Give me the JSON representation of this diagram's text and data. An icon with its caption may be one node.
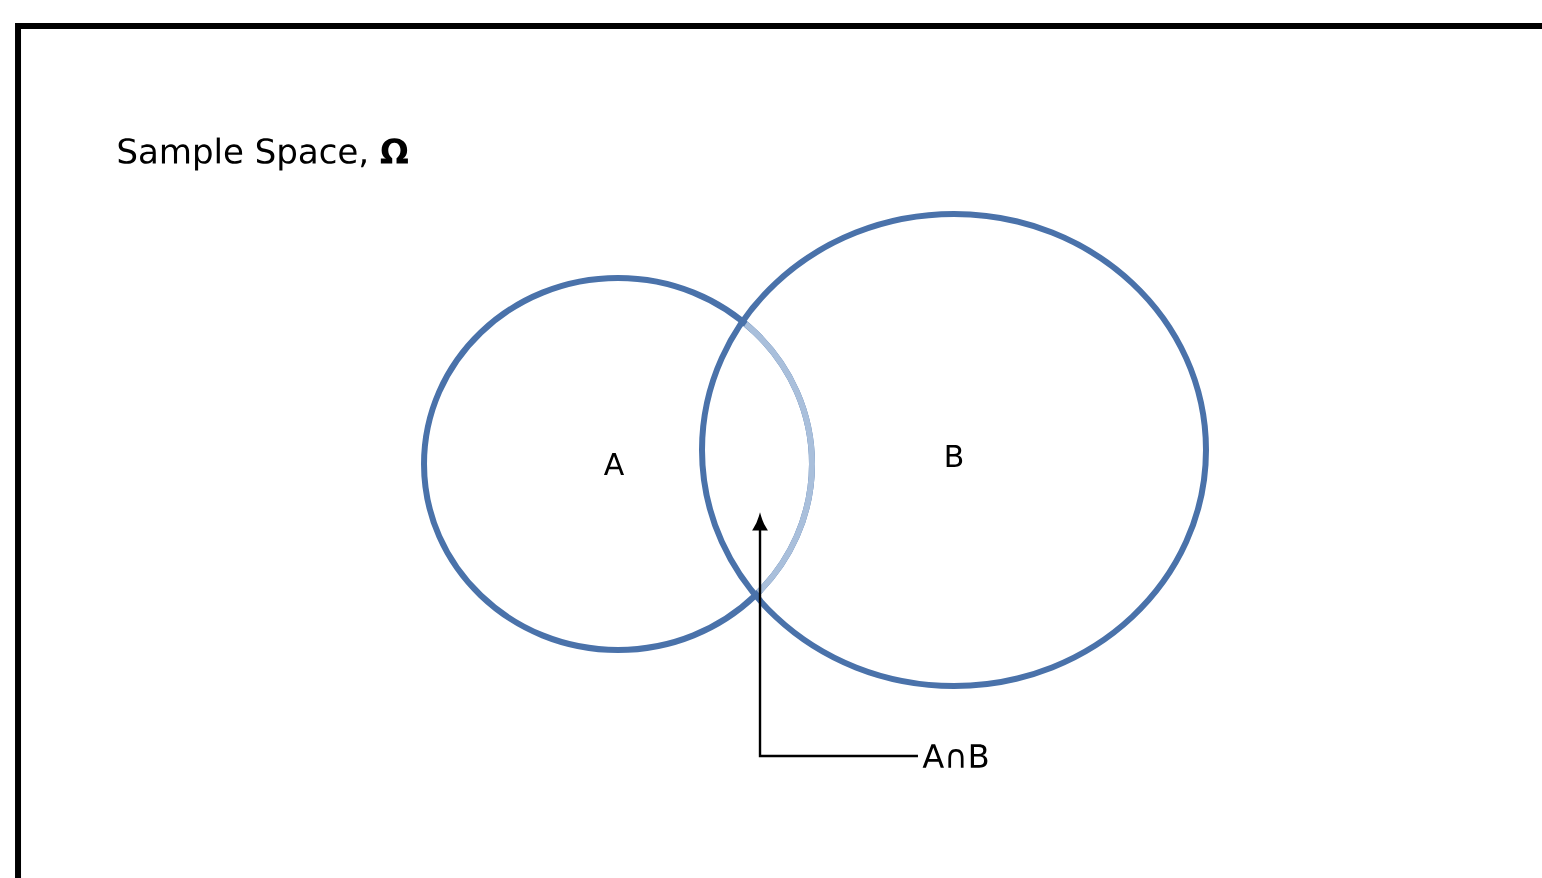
{
  "diagram": {
    "nodes": [
      {
        "text": [
          "Sample Space, **Ω**"
        ]
      },
      {
        "text": [
          "A"
        ],
        "in": 0
      },
      {
        "text": [
          "B"
        ],
        "in": 0
      },
      {
        "text": [],
        "shape": "lens",
        "in": 0
      },
      {
        "text": [
          "A∩B"
        ],
        "in": 0
      }
    ],
    "edges": [
      {
        "from": 4,
        "to": 3,
        "arrow": "to"
      }
    ]
  }
}
